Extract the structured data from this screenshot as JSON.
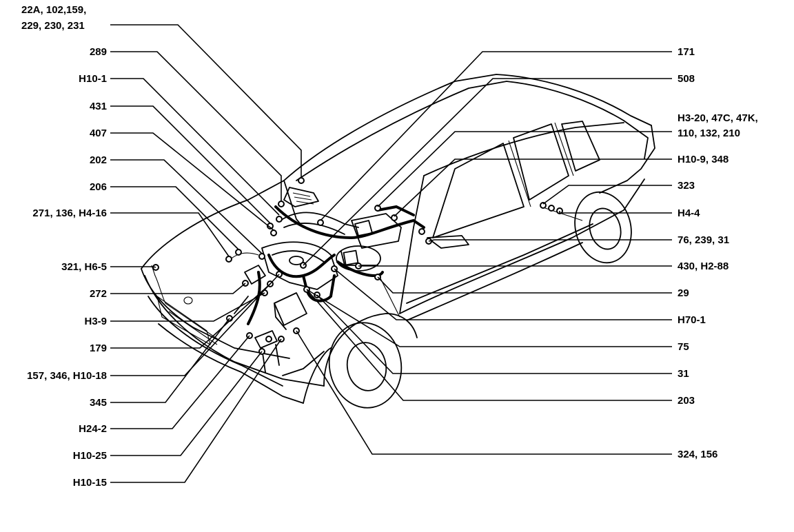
{
  "labels": {
    "l_22a_line1": "22A, 102,159,",
    "l_22a_line2": "229, 230, 231",
    "l_289": "289",
    "l_h10_1": "H10-1",
    "l_431": "431",
    "l_407": "407",
    "l_202": "202",
    "l_206": "206",
    "l_271": "271, 136, H4-16",
    "l_321": "321, H6-5",
    "l_272": "272",
    "l_h3_9": "H3-9",
    "l_179": "179",
    "l_157": "157, 346, H10-18",
    "l_345": "345",
    "l_h24_2": "H24-2",
    "l_h10_25": "H10-25",
    "l_h10_15": "H10-15",
    "r_171": "171",
    "r_508": "508",
    "r_h3_20_line1": "H3-20, 47C, 47K,",
    "r_h3_20_line2": "110, 132, 210",
    "r_h10_9": "H10-9, 348",
    "r_323": "323",
    "r_h4_4": "H4-4",
    "r_76": "76, 239, 31",
    "r_430": "430, H2-88",
    "r_29": "29",
    "r_h70_1": "H70-1",
    "r_75": "75",
    "r_31": "31",
    "r_203": "203",
    "r_324": "324, 156"
  }
}
